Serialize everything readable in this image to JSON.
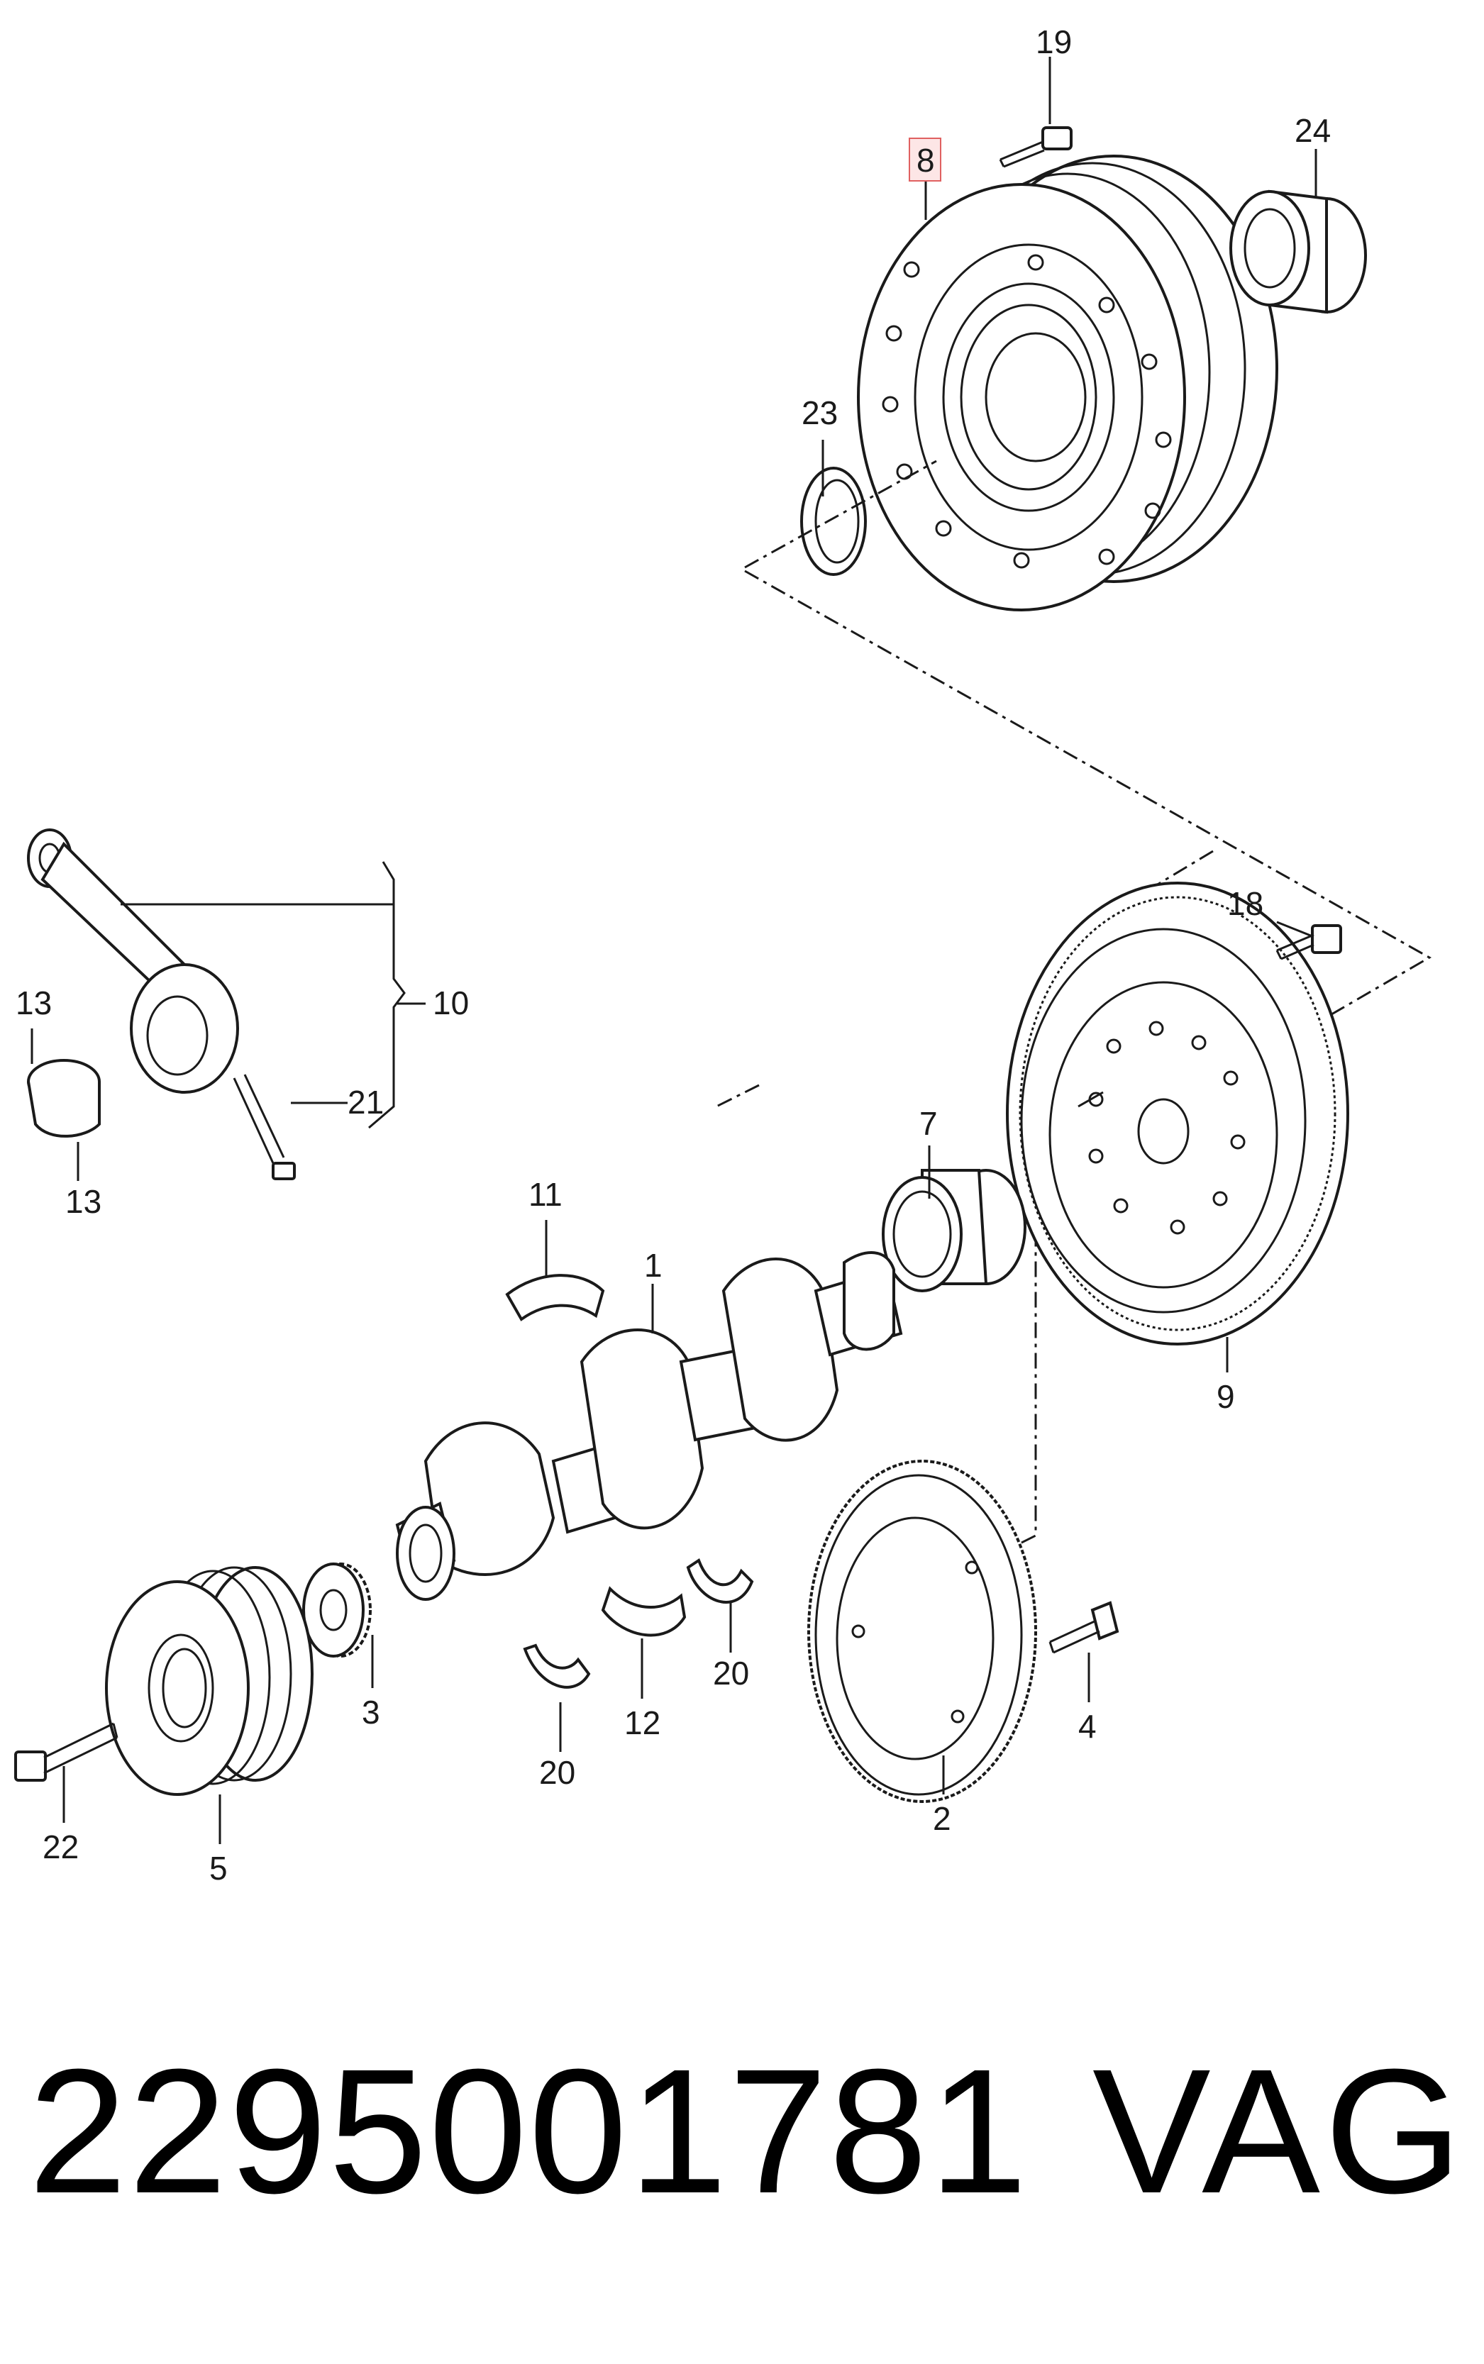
{
  "labels": {
    "l1": "1",
    "l2": "2",
    "l3": "3",
    "l4": "4",
    "l5": "5",
    "l7": "7",
    "l8": "8",
    "l9": "9",
    "l10": "10",
    "l11": "11",
    "l12": "12",
    "l13a": "13",
    "l13b": "13",
    "l18": "18",
    "l19": "19",
    "l20a": "20",
    "l20b": "20",
    "l21": "21",
    "l22": "22",
    "l23": "23",
    "l24": "24"
  },
  "highlight": {
    "label": "8",
    "color": "#e06060"
  },
  "footer": {
    "part_number": "2295001781",
    "brand": "VAG"
  }
}
